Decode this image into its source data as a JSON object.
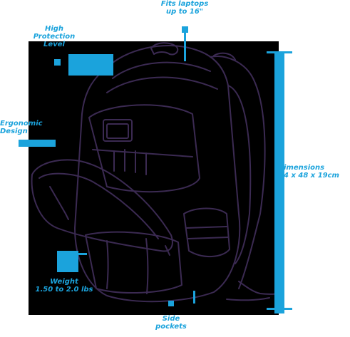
{
  "colors": {
    "accent": "#1ba3dc",
    "stroke": "#3b2a52",
    "background": "#000000"
  },
  "callouts": {
    "laptops": {
      "line1": "Fits laptops",
      "line2": "up to 16\""
    },
    "protection": {
      "line1": "High",
      "line2": "Protection",
      "line3": "Level"
    },
    "ergonomic": {
      "line1": "Ergonomic",
      "line2": "Design"
    },
    "dimensions": {
      "line1": "imensions",
      "line2": "4 x 48 x 19cm"
    },
    "weight": {
      "line1": "Weight",
      "line2": "1.50 to 2.0 lbs"
    },
    "side": {
      "line1": "Side",
      "line2": "pockets"
    }
  }
}
